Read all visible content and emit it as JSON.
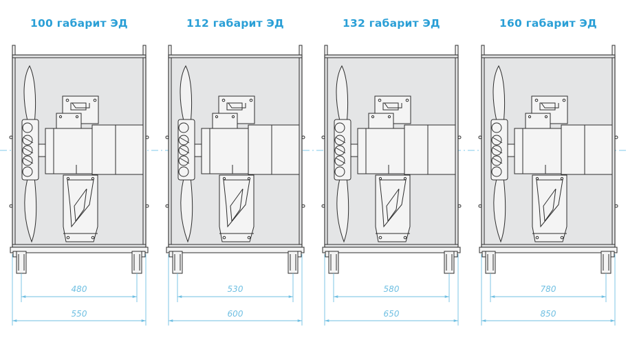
{
  "units": [
    {
      "title": "100 габарит ЭД",
      "inner_dim": "480",
      "outer_dim": "550"
    },
    {
      "title": "112 габарит ЭД",
      "inner_dim": "530",
      "outer_dim": "600"
    },
    {
      "title": "132 габарит ЭД",
      "inner_dim": "580",
      "outer_dim": "650"
    },
    {
      "title": "160 габарит ЭД",
      "inner_dim": "780",
      "outer_dim": "850"
    }
  ],
  "colors": {
    "title": "#2a9fd6",
    "dimension": "#6fbfe2",
    "cabinet_fill": "#e4e5e6",
    "outline": "#2c2c2c"
  }
}
